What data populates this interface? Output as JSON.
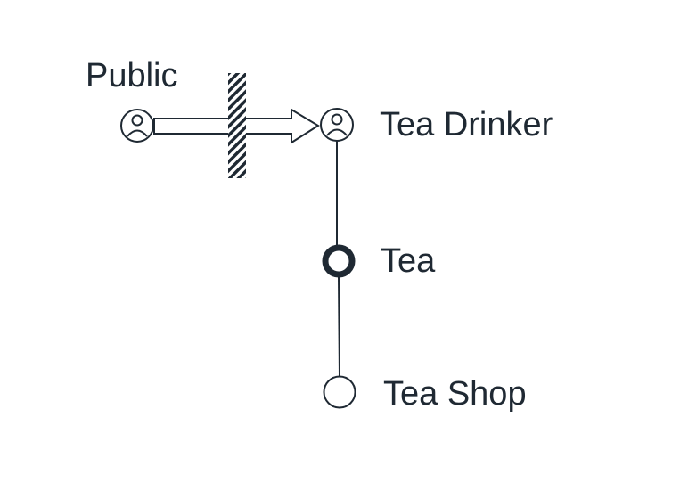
{
  "diagram": {
    "labels": {
      "public": "Public",
      "tea_drinker": "Tea Drinker",
      "tea": "Tea",
      "tea_shop": "Tea Shop"
    },
    "nodes": [
      {
        "id": "public",
        "kind": "user-icon"
      },
      {
        "id": "tea_drinker",
        "kind": "user-icon"
      },
      {
        "id": "tea",
        "kind": "filled-ring"
      },
      {
        "id": "tea_shop",
        "kind": "empty-circle"
      }
    ],
    "colors": {
      "stroke": "#1f2933",
      "text": "#1f2933",
      "background": "#ffffff"
    }
  }
}
